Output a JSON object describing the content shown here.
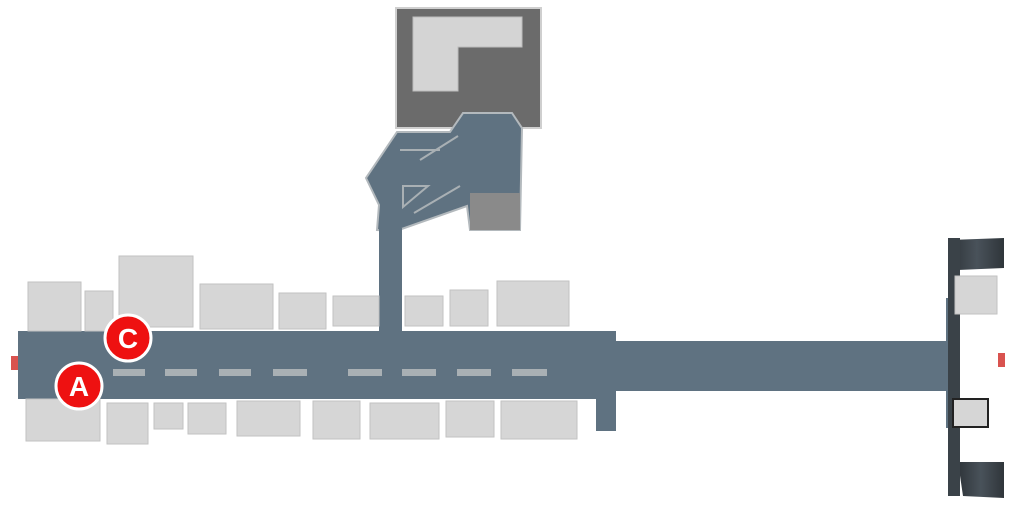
{
  "map": {
    "colors": {
      "road": "#5f7281",
      "road_dashes": "#a9b0b4",
      "building": "#d6d6d6",
      "building_edge": "#c2c2c2",
      "compound_outer": "#6b6b6b",
      "compound_inner": "#cfcfcf",
      "marker": "#ee1111",
      "end_cap": "#d9534f",
      "structure_dark": "#2f353a"
    },
    "markers": [
      {
        "id": "A",
        "label": "A"
      },
      {
        "id": "C",
        "label": "C"
      }
    ]
  }
}
